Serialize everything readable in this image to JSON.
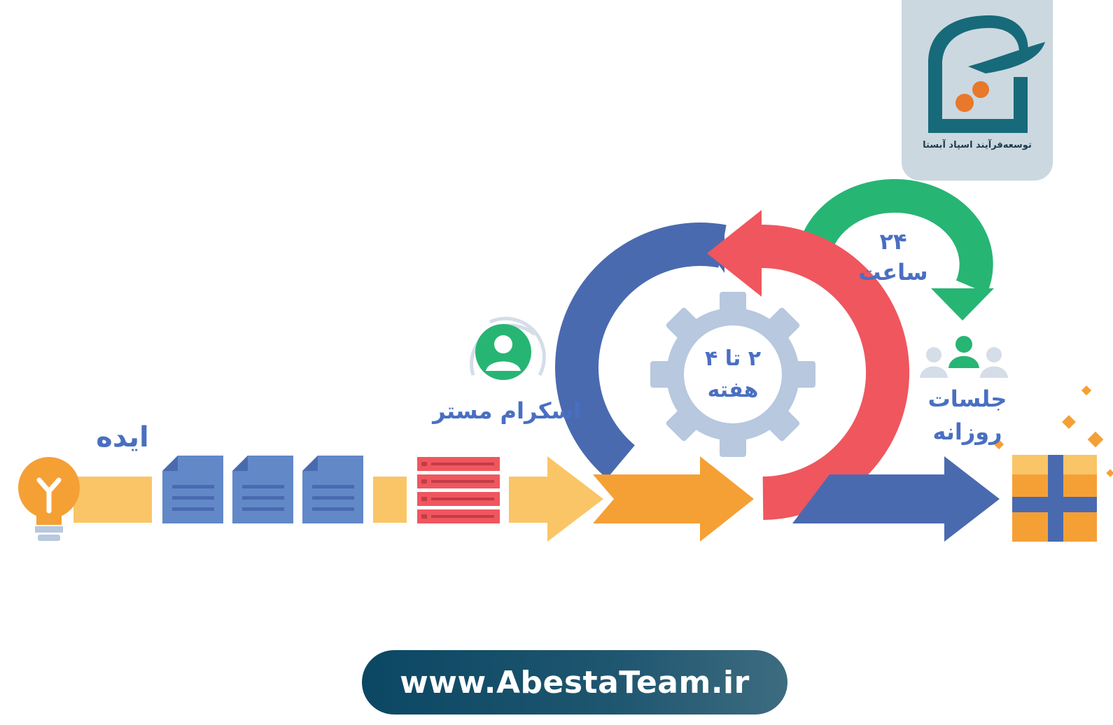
{
  "logo": {
    "tagline": "توسعه‌فرآیند اسپاد آبستا",
    "colors": {
      "teal": "#176a7a",
      "orange": "#e8782a",
      "card": "#cbd8e0"
    }
  },
  "labels": {
    "idea": "ایده",
    "scrum_master": "اسکرام مستر",
    "sprint_length": "۲ تا ۴",
    "sprint_unit": "هفته",
    "daily_hours": "۲۴",
    "daily_unit": "ساعت",
    "daily_meetings_line1": "جلسات",
    "daily_meetings_line2": "روزانه"
  },
  "footer": {
    "url": "www.AbestaTeam.ir"
  },
  "colors": {
    "blue": "#4a6ab0",
    "doc_blue": "#6288c8",
    "red": "#f0565e",
    "green": "#27b574",
    "orange": "#f5a035",
    "yellow": "#fac566",
    "gear": "#b7c8df",
    "text": "#4a6fc1"
  },
  "icons": [
    "lightbulb-icon",
    "document-icon",
    "backlog-list-icon",
    "user-icon",
    "team-icon",
    "gear-icon",
    "gift-box-icon"
  ]
}
